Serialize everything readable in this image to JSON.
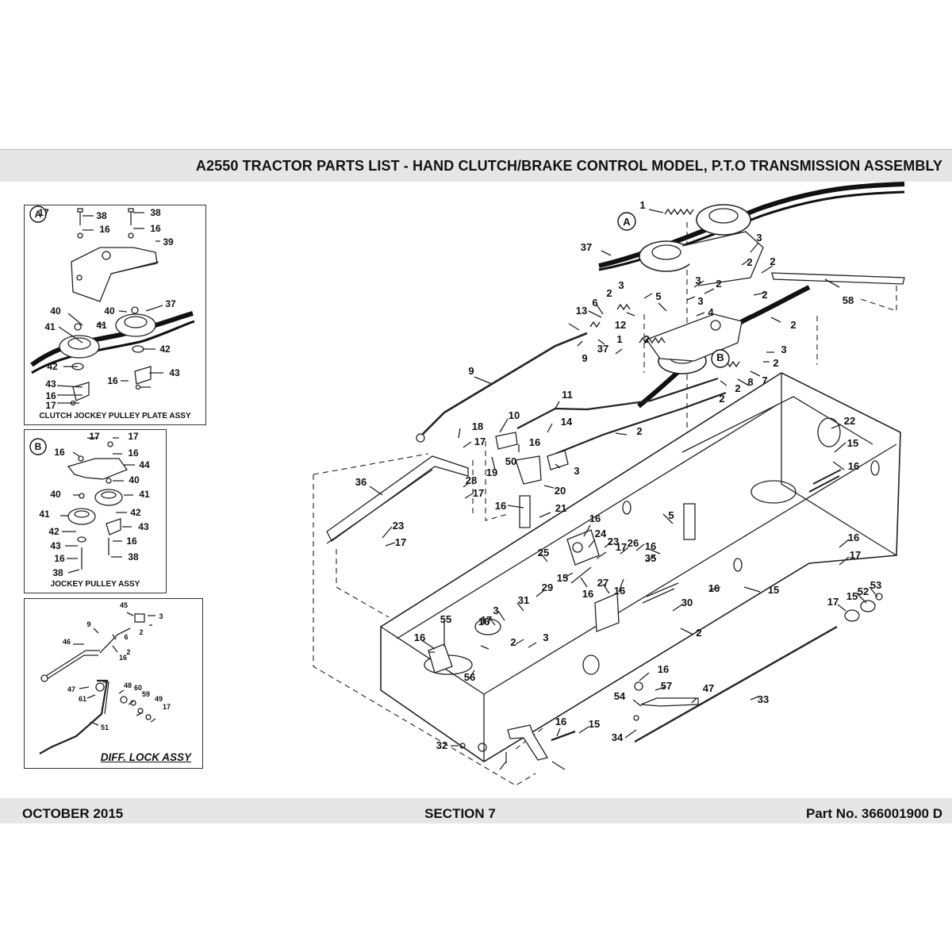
{
  "header": {
    "title": "A2550 TRACTOR PARTS LIST - HAND CLUTCH/BRAKE CONTROL MODEL, P.T.O TRANSMISSION ASSEMBLY"
  },
  "footer": {
    "date": "OCTOBER 2015",
    "section": "SECTION 7",
    "part_no": "Part No. 366001900 D"
  },
  "insets": {
    "a": {
      "letter": "A",
      "caption": "CLUTCH JOCKEY PULLEY PLATE ASSY"
    },
    "b": {
      "letter": "B",
      "caption": "JOCKEY PULLEY ASSY"
    },
    "diff": {
      "caption": "DIFF. LOCK ASSY"
    }
  },
  "callouts": {
    "inset_a": [
      "38",
      "16",
      "38",
      "16",
      "39",
      "37",
      "40",
      "40",
      "41",
      "41",
      "42",
      "42",
      "16",
      "43",
      "43",
      "16",
      "17",
      "17"
    ],
    "inset_b": [
      "17",
      "17",
      "16",
      "16",
      "44",
      "40",
      "40",
      "41",
      "41",
      "42",
      "42",
      "43",
      "43",
      "16",
      "16",
      "38",
      "38"
    ],
    "inset_diff": [
      "45",
      "3",
      "9",
      "2",
      "46",
      "6",
      "2",
      "16",
      "47",
      "48",
      "60",
      "61",
      "59",
      "49",
      "17",
      "51"
    ],
    "main": [
      "1",
      "A",
      "3",
      "37",
      "2",
      "2",
      "3",
      "2",
      "3",
      "58",
      "2",
      "3",
      "13",
      "6",
      "2",
      "5",
      "4",
      "2",
      "37",
      "12",
      "1",
      "9",
      "2",
      "B",
      "3",
      "2",
      "2",
      "7",
      "8",
      "2",
      "9",
      "11",
      "10",
      "14",
      "18",
      "17",
      "16",
      "50",
      "2",
      "19",
      "3",
      "20",
      "22",
      "15",
      "16",
      "36",
      "28",
      "17",
      "16",
      "21",
      "23",
      "17",
      "16",
      "24",
      "23",
      "26",
      "17",
      "16",
      "5",
      "25",
      "15",
      "16",
      "35",
      "29",
      "16",
      "27",
      "16",
      "15",
      "16",
      "17",
      "30",
      "2",
      "31",
      "3",
      "17",
      "2",
      "16",
      "3",
      "52",
      "53",
      "15",
      "17",
      "16",
      "55",
      "56",
      "16",
      "57",
      "54",
      "47",
      "33",
      "34",
      "16",
      "15",
      "32"
    ]
  },
  "icons": {
    "diagram": "exploded-parts-diagram-icon"
  }
}
